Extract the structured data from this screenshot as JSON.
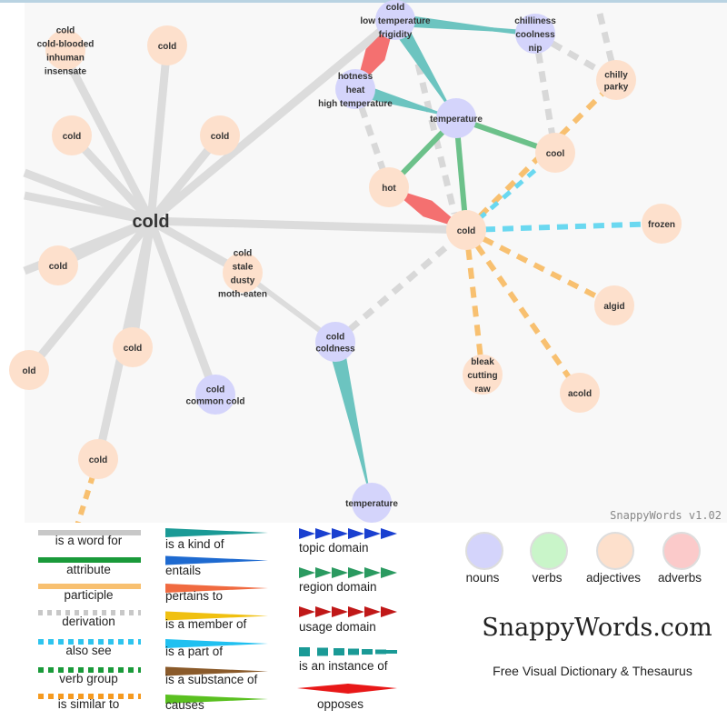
{
  "graph": {
    "center_word": "cold",
    "version": "SnappyWords v1.02",
    "nodes": [
      {
        "id": "n1",
        "type": "adjective",
        "words": [
          "cold",
          "cold-blooded",
          "inhuman",
          "insensate"
        ]
      },
      {
        "id": "n2",
        "type": "adjective",
        "words": [
          "cold"
        ]
      },
      {
        "id": "n3",
        "type": "adjective",
        "words": [
          "cold"
        ]
      },
      {
        "id": "n4",
        "type": "adjective",
        "words": [
          "cold"
        ]
      },
      {
        "id": "n5",
        "type": "adjective",
        "words": [
          "cold"
        ]
      },
      {
        "id": "n6",
        "type": "adjective",
        "words": [
          "cold",
          "stale",
          "dusty",
          "moth-eaten"
        ]
      },
      {
        "id": "n7",
        "type": "adjective",
        "words": [
          "cold"
        ]
      },
      {
        "id": "n8",
        "type": "adjective",
        "words": [
          "old"
        ]
      },
      {
        "id": "n9",
        "type": "noun",
        "words": [
          "cold",
          "common cold"
        ]
      },
      {
        "id": "n10",
        "type": "adjective",
        "words": [
          "cold"
        ]
      },
      {
        "id": "n11",
        "type": "noun",
        "words": [
          "cold",
          "coldness"
        ]
      },
      {
        "id": "n12",
        "type": "noun",
        "words": [
          "temperature"
        ]
      },
      {
        "id": "n13",
        "type": "noun",
        "words": [
          "cold",
          "low temperature",
          "frigidity"
        ]
      },
      {
        "id": "n14",
        "type": "noun",
        "words": [
          "chilliness",
          "coolness",
          "nip"
        ]
      },
      {
        "id": "n15",
        "type": "adjective",
        "words": [
          "chilly",
          "parky"
        ]
      },
      {
        "id": "n16",
        "type": "noun",
        "words": [
          "hotness",
          "heat",
          "high temperature"
        ]
      },
      {
        "id": "n17",
        "type": "noun",
        "words": [
          "temperature"
        ]
      },
      {
        "id": "n18",
        "type": "adjective",
        "words": [
          "cool"
        ]
      },
      {
        "id": "n19",
        "type": "adjective",
        "words": [
          "hot"
        ]
      },
      {
        "id": "n20",
        "type": "adjective",
        "words": [
          "cold"
        ]
      },
      {
        "id": "n21",
        "type": "adjective",
        "words": [
          "frozen"
        ]
      },
      {
        "id": "n22",
        "type": "adjective",
        "words": [
          "algid"
        ]
      },
      {
        "id": "n23",
        "type": "adjective",
        "words": [
          "bleak",
          "cutting",
          "raw"
        ]
      },
      {
        "id": "n24",
        "type": "adjective",
        "words": [
          "acold"
        ]
      }
    ]
  },
  "legend": {
    "lines": [
      "is a word for",
      "attribute",
      "participle",
      "derivation",
      "also see",
      "verb group",
      "is similar to"
    ],
    "wedges": [
      "is a kind of",
      "entails",
      "pertains to",
      "is a member of",
      "is a part of",
      "is a substance of",
      "causes"
    ],
    "domains": [
      "topic domain",
      "region domain",
      "usage domain",
      "is an instance of",
      "opposes"
    ],
    "pos": [
      "nouns",
      "verbs",
      "adjectives",
      "adverbs"
    ],
    "brand": "SnappyWords.com",
    "tagline": "Free Visual Dictionary & Thesaurus"
  },
  "colors": {
    "noun": "#d4d4fb",
    "verb": "#c9f5c9",
    "adjective": "#fde0cc",
    "adverb": "#fbcaca",
    "wordfor": "#dcdcdc",
    "attribute": "#6cc18a",
    "similar": "#f8c070",
    "alsosee": "#6ad8f0",
    "kindof": "#6cc4c0",
    "opposes": "#f47070"
  }
}
